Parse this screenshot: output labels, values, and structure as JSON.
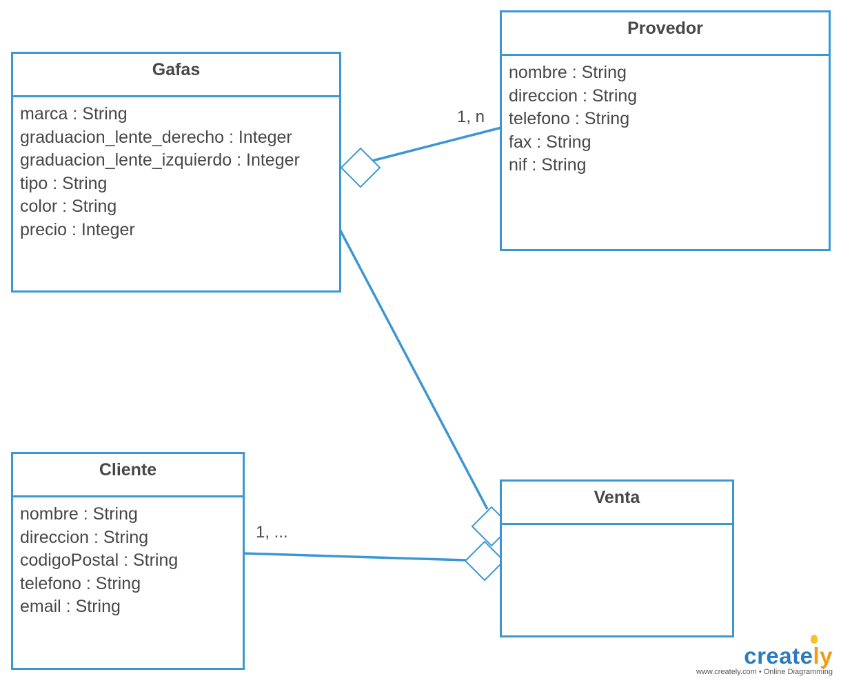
{
  "classes": {
    "gafas": {
      "name": "Gafas",
      "attributes": [
        "marca : String",
        "graduacion_lente_derecho : Integer",
        "graduacion_lente_izquierdo : Integer",
        "tipo : String",
        "color : String",
        "precio : Integer"
      ]
    },
    "provedor": {
      "name": "Provedor",
      "attributes": [
        "nombre : String",
        "direccion : String",
        "telefono : String",
        "fax : String",
        "nif :  String"
      ]
    },
    "cliente": {
      "name": "Cliente",
      "attributes": [
        "nombre : String",
        "direccion : String",
        "codigoPostal : String",
        "telefono : String",
        "email :  String"
      ]
    },
    "venta": {
      "name": "Venta",
      "attributes": []
    }
  },
  "associations": {
    "gafas_provedor": {
      "multiplicity": "1, n",
      "end": "aggregation-diamond"
    },
    "gafas_venta": {
      "end": "aggregation-diamond"
    },
    "cliente_venta": {
      "multiplicity": "1, ...",
      "end": "aggregation-diamond"
    }
  },
  "colors": {
    "line": "#3a97d4",
    "text": "#474747"
  },
  "branding": {
    "logo_main": "create",
    "logo_accent": "ly",
    "tagline": "www.creately.com • Online Diagramming",
    "icon": "lightbulb-icon"
  }
}
